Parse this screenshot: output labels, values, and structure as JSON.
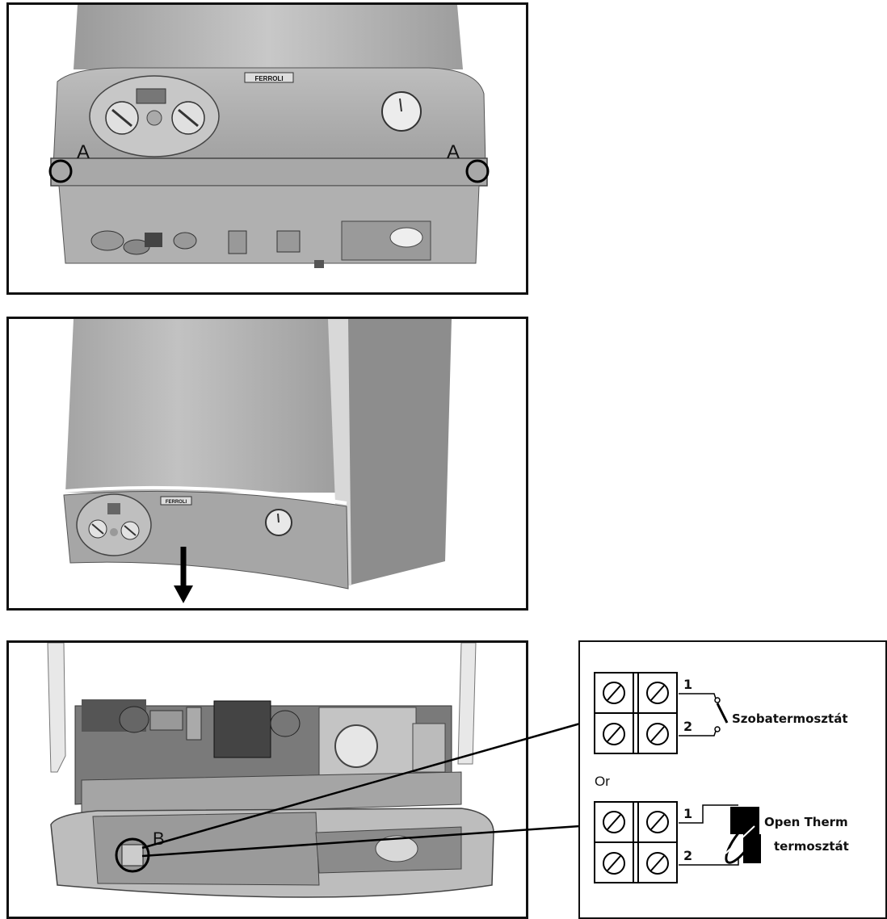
{
  "panel1": {
    "brand": "FERROLI",
    "marker_left": "A",
    "marker_right": "A"
  },
  "panel2": {
    "brand": "FERROLI"
  },
  "panel3": {
    "marker": "B"
  },
  "wiring": {
    "room_thermostat": {
      "terminal_1": "1",
      "terminal_2": "2",
      "label": "Szobatermosztát"
    },
    "or_label": "Or",
    "opentherm": {
      "terminal_1": "1",
      "terminal_2": "2",
      "label_line1": "Open Therm",
      "label_line2": "termosztát"
    }
  },
  "colors": {
    "border": "#111111",
    "body_gray": "#b5b5b5",
    "dark_gray": "#8a8a8a"
  }
}
